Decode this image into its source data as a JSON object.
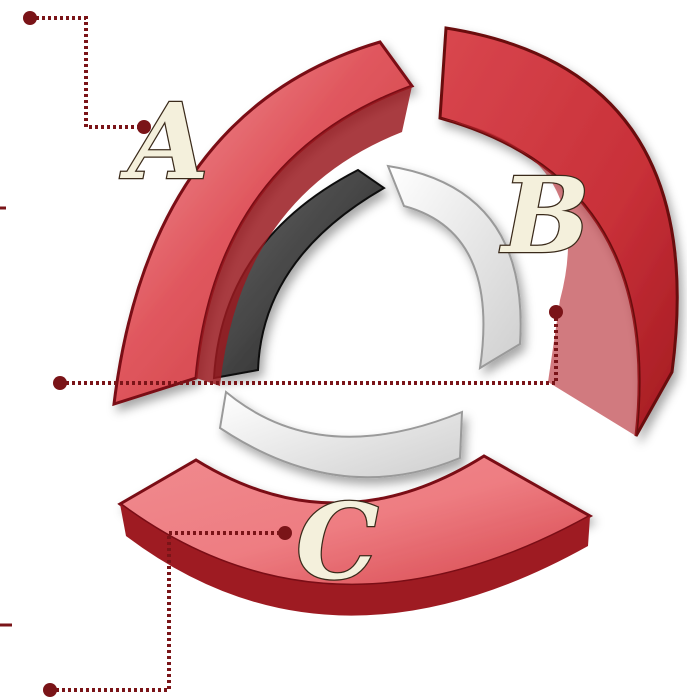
{
  "segments": [
    {
      "id": "A",
      "label": "A"
    },
    {
      "id": "B",
      "label": "B"
    },
    {
      "id": "C",
      "label": "C"
    }
  ],
  "colors": {
    "outer_ring_light": "#f08a8e",
    "outer_ring_mid": "#d9484f",
    "outer_ring_dark": "#8c1016",
    "inner_dark": "#3c3c3c",
    "inner_light": "#f2f2f2",
    "connector": "#7a1418",
    "letter_fill": "#f4f0dc",
    "letter_stroke": "#3a2a1a"
  }
}
